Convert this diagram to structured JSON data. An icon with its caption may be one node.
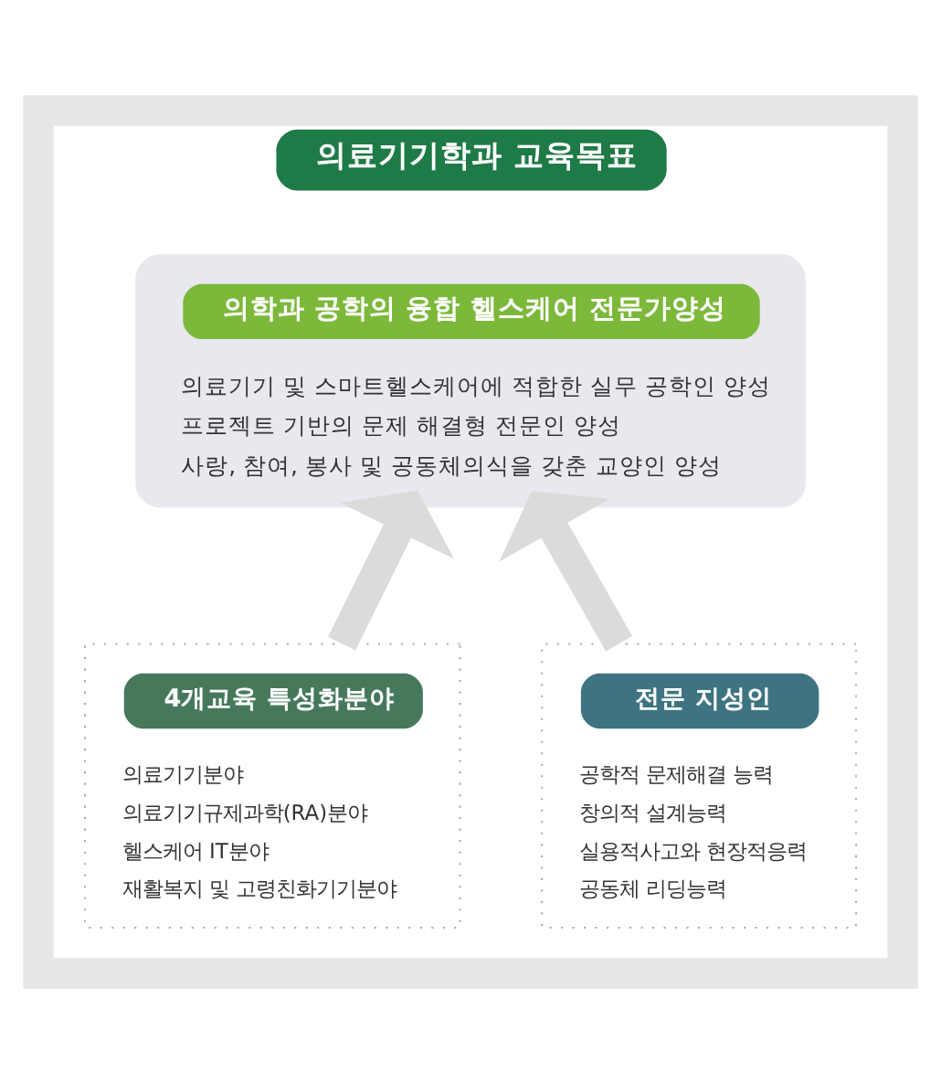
{
  "diagram": {
    "nodes": [
      {
        "text": [
          "의료기기학과 교육목표"
        ]
      },
      {
        "text": [
          "의학과 공학의 융합 헬스케어 전문가양성",
          "의료기기 및 스마트헬스케어에 적합한 실무 공학인 양성",
          "프로젝트 기반의 문제 해결형 전문인 양성",
          "사랑, 참여, 봉사 및 공동체의식을 갖춘 교양인 양성"
        ],
        "in": 0
      },
      {
        "text": [
          "4개교육 특성화분야",
          "의료기기분야",
          "의료기기규제과학(RA)분야",
          "헬스케어 IT분야",
          "재활복지 및 고령친화기기분야"
        ],
        "in": 0
      },
      {
        "text": [
          "전문 지성인",
          "공학적 문제해결 능력",
          "창의적 설계능력",
          "실용적사고와 현장적응력",
          "공동체 리딩능력"
        ],
        "in": 0
      }
    ],
    "edges": [
      {
        "from": 2,
        "to": 1,
        "arrow": "to"
      },
      {
        "from": 3,
        "to": 1,
        "arrow": "to"
      }
    ]
  }
}
